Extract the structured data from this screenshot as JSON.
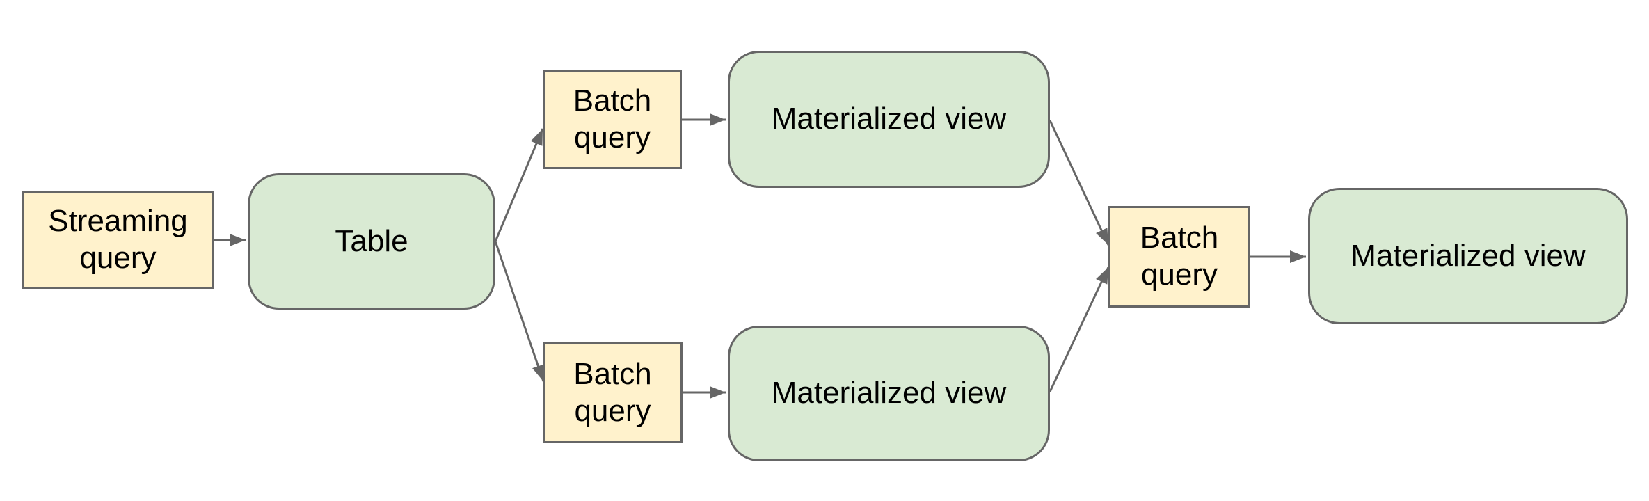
{
  "diagram": {
    "nodes": [
      {
        "id": "streaming-query",
        "label": "Streaming query",
        "kind": "query"
      },
      {
        "id": "table",
        "label": "Table",
        "kind": "view"
      },
      {
        "id": "batch-query-top",
        "label": "Batch query",
        "kind": "query"
      },
      {
        "id": "materialized-view-top",
        "label": "Materialized view",
        "kind": "view"
      },
      {
        "id": "batch-query-bottom",
        "label": "Batch query",
        "kind": "query"
      },
      {
        "id": "materialized-view-bottom",
        "label": "Materialized view",
        "kind": "view"
      },
      {
        "id": "batch-query-right",
        "label": "Batch query",
        "kind": "query"
      },
      {
        "id": "materialized-view-right",
        "label": "Materialized view",
        "kind": "view"
      }
    ],
    "edges": [
      {
        "from": "streaming-query",
        "to": "table"
      },
      {
        "from": "table",
        "to": "batch-query-top"
      },
      {
        "from": "table",
        "to": "batch-query-bottom"
      },
      {
        "from": "batch-query-top",
        "to": "materialized-view-top"
      },
      {
        "from": "batch-query-bottom",
        "to": "materialized-view-bottom"
      },
      {
        "from": "materialized-view-top",
        "to": "batch-query-right"
      },
      {
        "from": "materialized-view-bottom",
        "to": "batch-query-right"
      },
      {
        "from": "batch-query-right",
        "to": "materialized-view-right"
      }
    ],
    "colors": {
      "query_fill": "#fff2cc",
      "view_fill": "#d9ead3",
      "border": "#666666",
      "arrow": "#666666",
      "text": "#000000",
      "background": "#ffffff"
    }
  }
}
